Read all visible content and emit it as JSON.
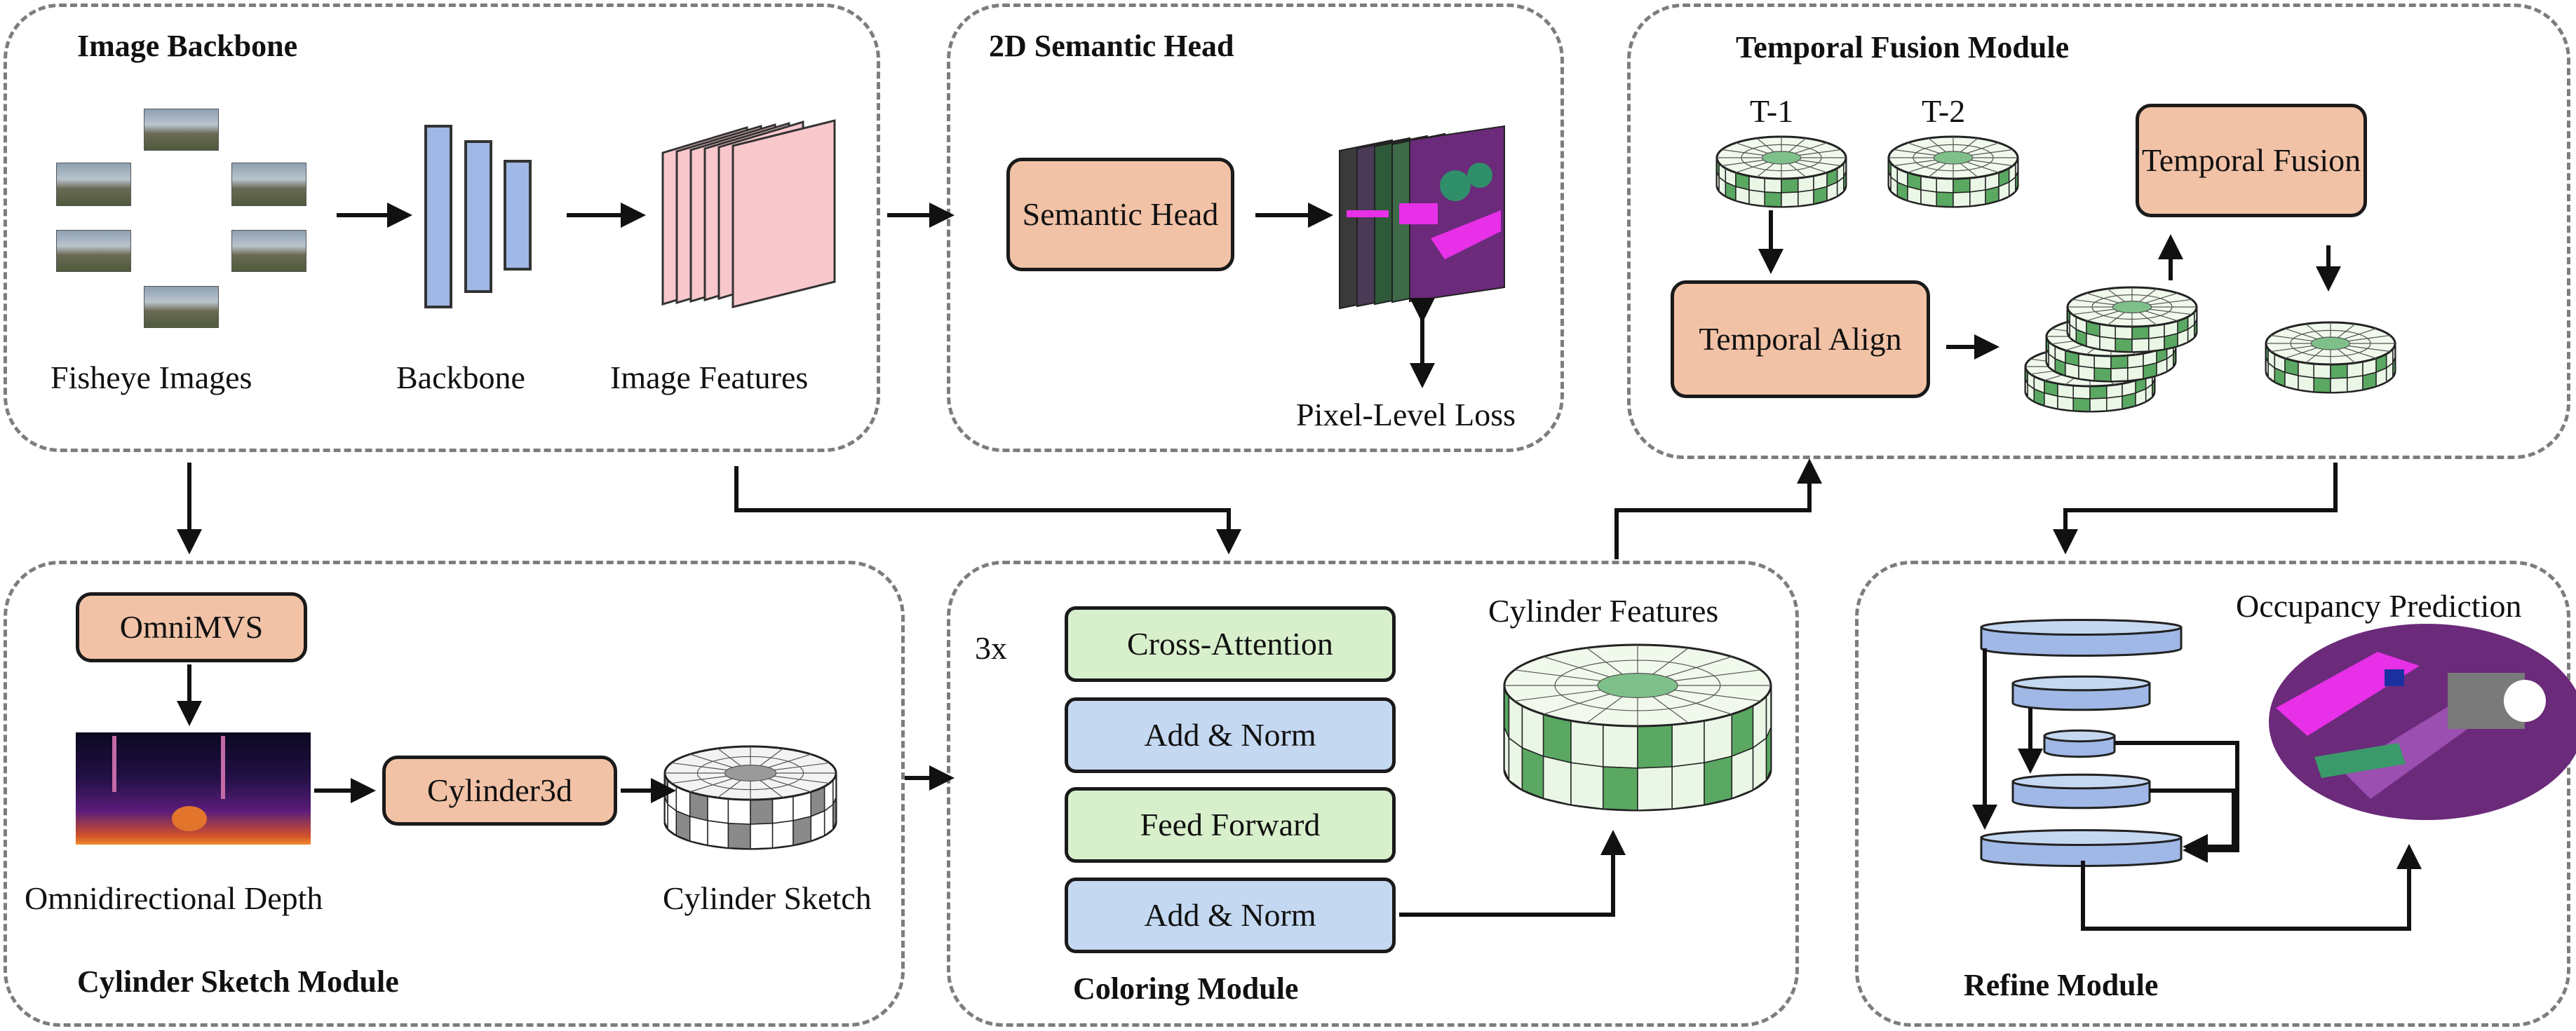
{
  "modules": {
    "image_backbone": "Image Backbone",
    "semantic_head": "2D Semantic Head",
    "temporal_fusion": "Temporal Fusion Module",
    "cylinder_sketch": "Cylinder Sketch Module",
    "coloring": "Coloring Module",
    "refine": "Refine Module"
  },
  "labels": {
    "fisheye": "Fisheye Images",
    "backbone": "Backbone",
    "image_features": "Image Features",
    "pixel_loss": "Pixel-Level Loss",
    "t1": "T-1",
    "t2": "T-2",
    "omni_depth": "Omnidirectional Depth",
    "cyl_sketch": "Cylinder Sketch",
    "repeat": "3x",
    "cyl_features": "Cylinder Features",
    "occupancy": "Occupancy Prediction"
  },
  "boxes": {
    "semantic_head": "Semantic Head",
    "temporal_fusion": "Temporal Fusion",
    "temporal_align": "Temporal Align",
    "omnimvs": "OmniMVS",
    "cylinder3d": "Cylinder3d",
    "cross_attention": "Cross-Attention",
    "add_norm_1": "Add & Norm",
    "feed_forward": "Feed Forward",
    "add_norm_2": "Add & Norm"
  },
  "colors": {
    "module_border": "#7d7d7d",
    "orange_box": "#f2c2a6",
    "green_box": "#d8efcc",
    "blue_box": "#c5d8f2",
    "feature_pink": "#f9c8cc",
    "backbone_blue": "#9fb8e6",
    "cyl_green": "#5aa862",
    "cyl_light": "#eaf6e6",
    "magenta": "#e830e8",
    "purple": "#6b2a7a"
  }
}
